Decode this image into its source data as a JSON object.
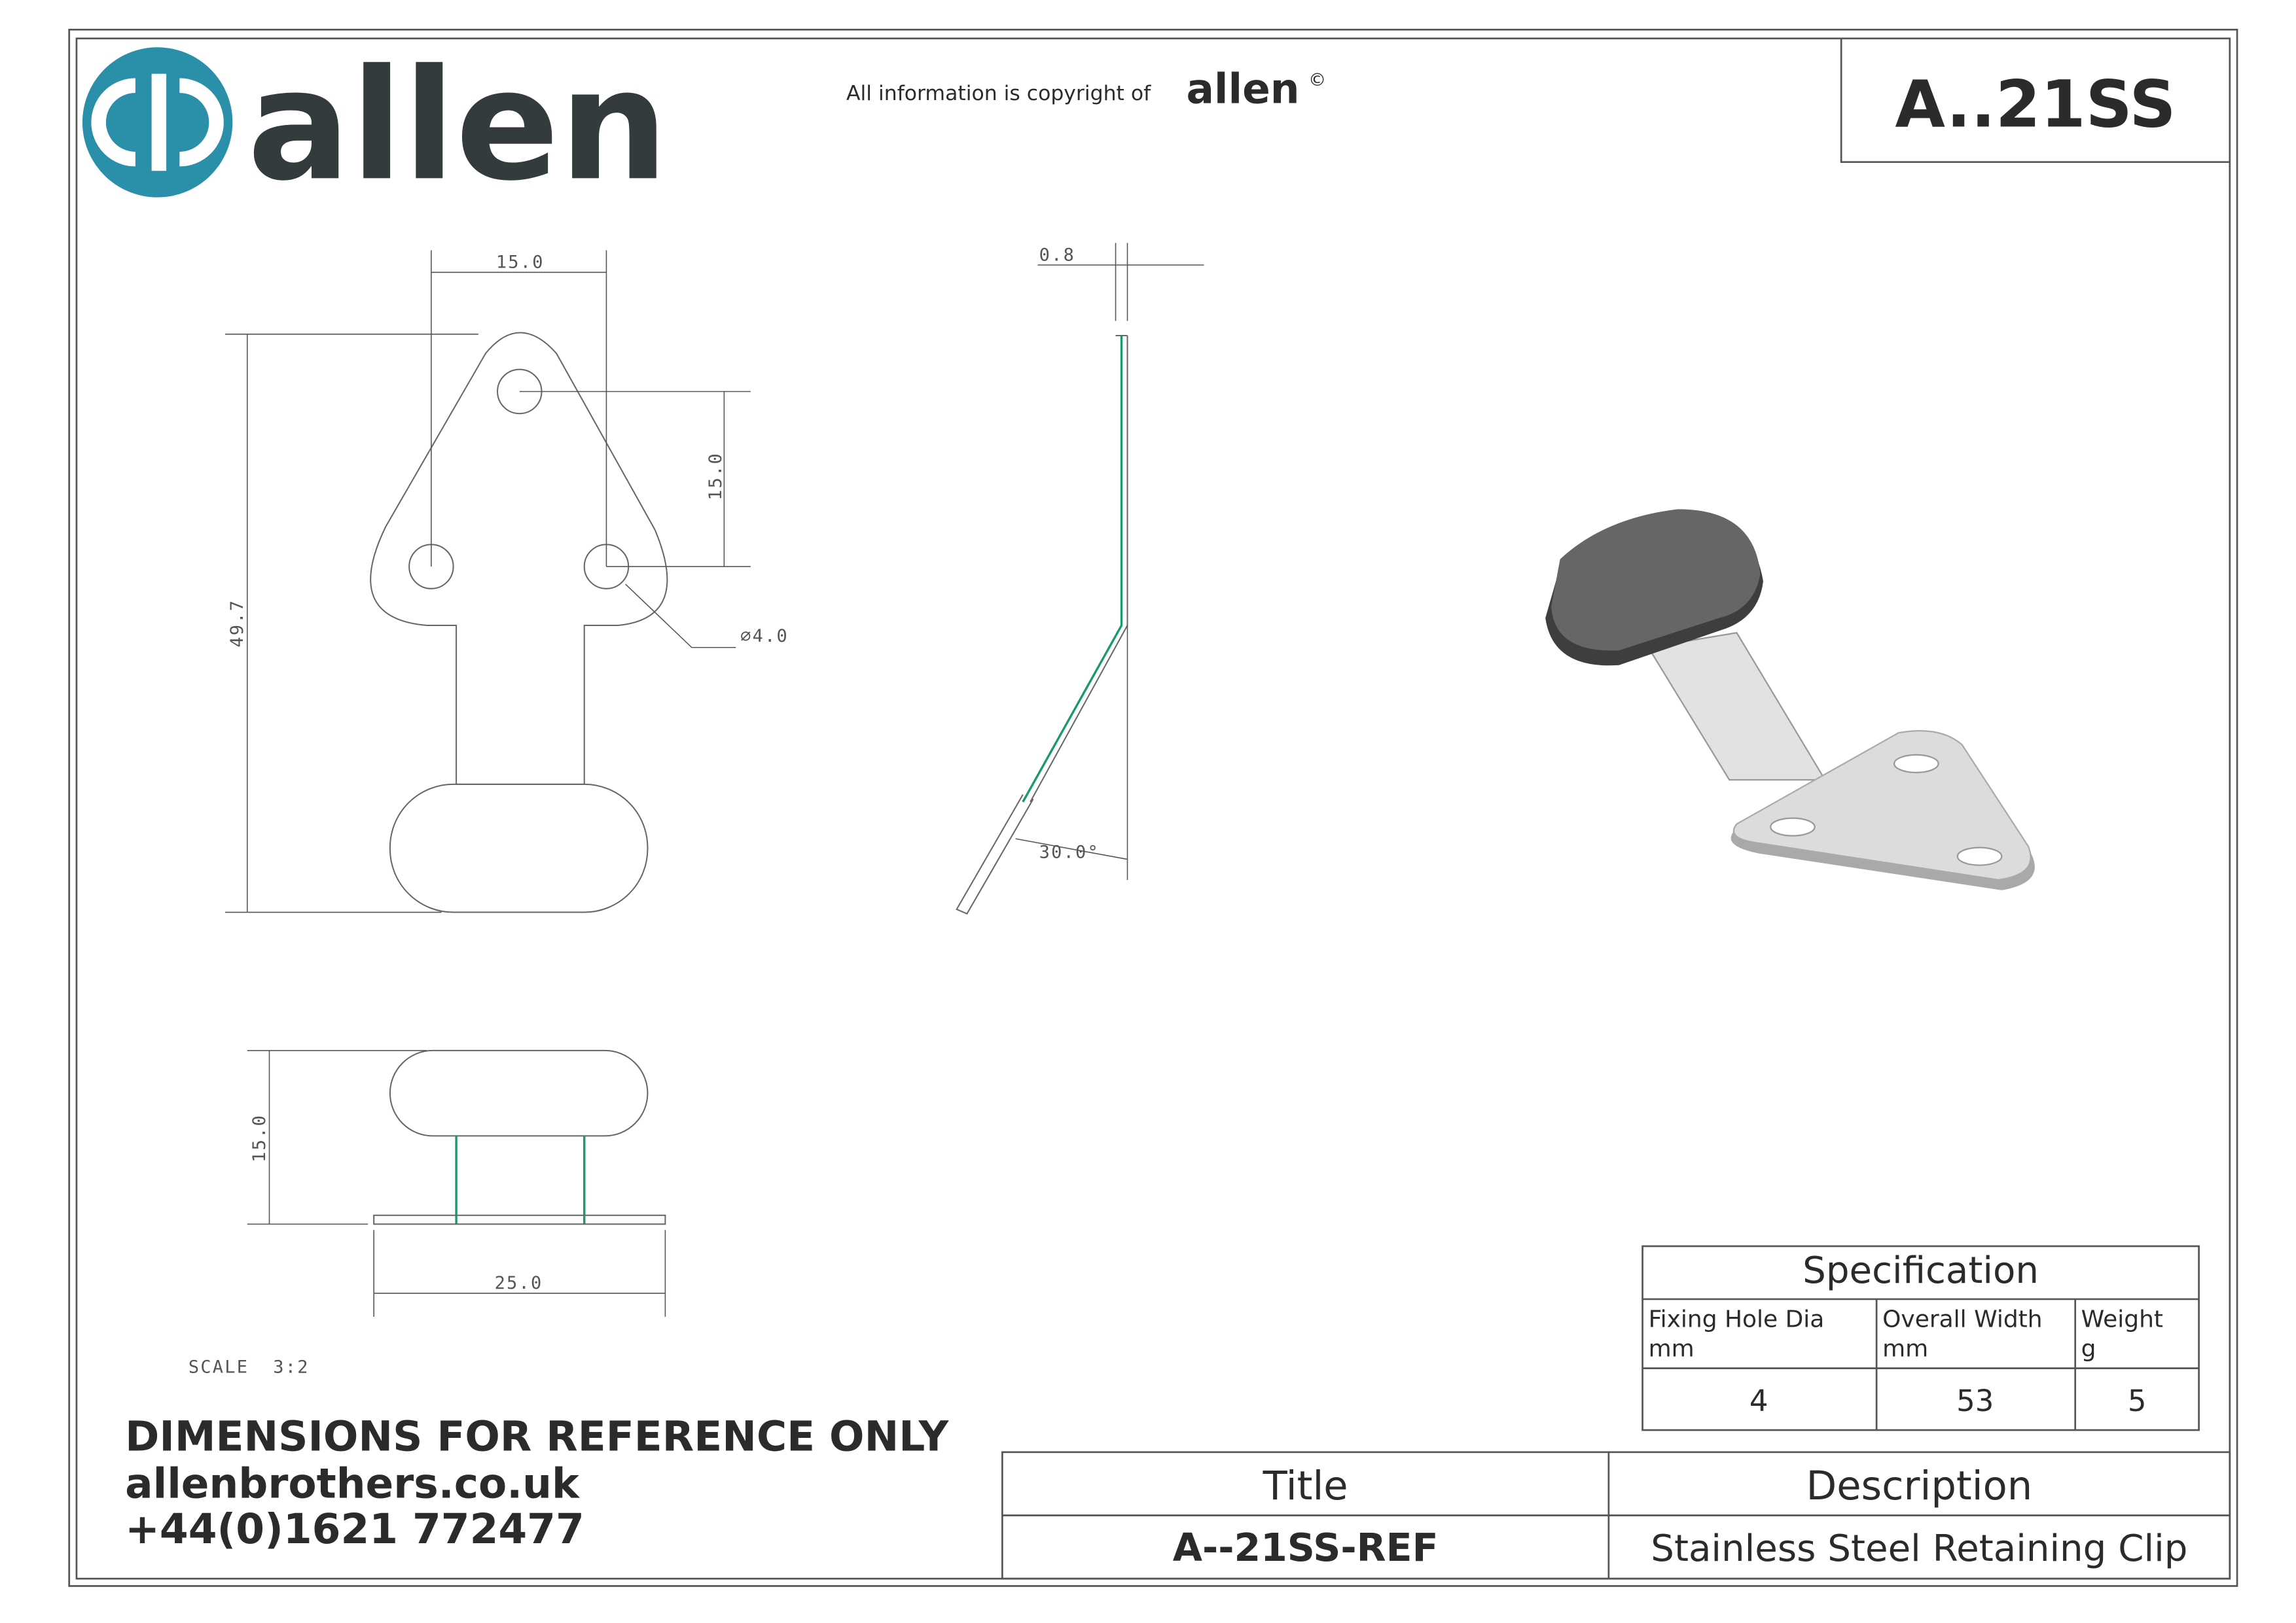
{
  "header": {
    "brand": "allen",
    "copyright_text": "All information is copyright of",
    "copyright_brand": "allen",
    "copyright_symbol": "©",
    "part_code": "A..21SS"
  },
  "dimensions": {
    "top_width": "15.0",
    "hole_spacing": "15.0",
    "overall_height": "49.7",
    "hole_dia": "∅4.0",
    "thickness": "0.8",
    "angle": "30.0°",
    "side_height": "15.0",
    "base_width": "25.0"
  },
  "scale_label": "SCALE  3:2",
  "footer": {
    "notice": "DIMENSIONS FOR REFERENCE ONLY",
    "website": "allenbrothers.co.uk",
    "phone": "+44(0)1621 772477"
  },
  "specification": {
    "title": "Specification",
    "columns": [
      {
        "label": "Fixing Hole Dia",
        "unit": "mm",
        "value": "4"
      },
      {
        "label": "Overall Width",
        "unit": "mm",
        "value": "53"
      },
      {
        "label": "Weight",
        "unit": "g",
        "value": "5"
      }
    ]
  },
  "title_block": {
    "title_header": "Title",
    "title_value": "A--21SS-REF",
    "description_header": "Description",
    "description_value": "Stainless Steel Retaining Clip"
  },
  "colors": {
    "brand_teal": "#2a8fa8",
    "brand_dark": "#333b3d",
    "green_edge": "#1a9a6a"
  }
}
